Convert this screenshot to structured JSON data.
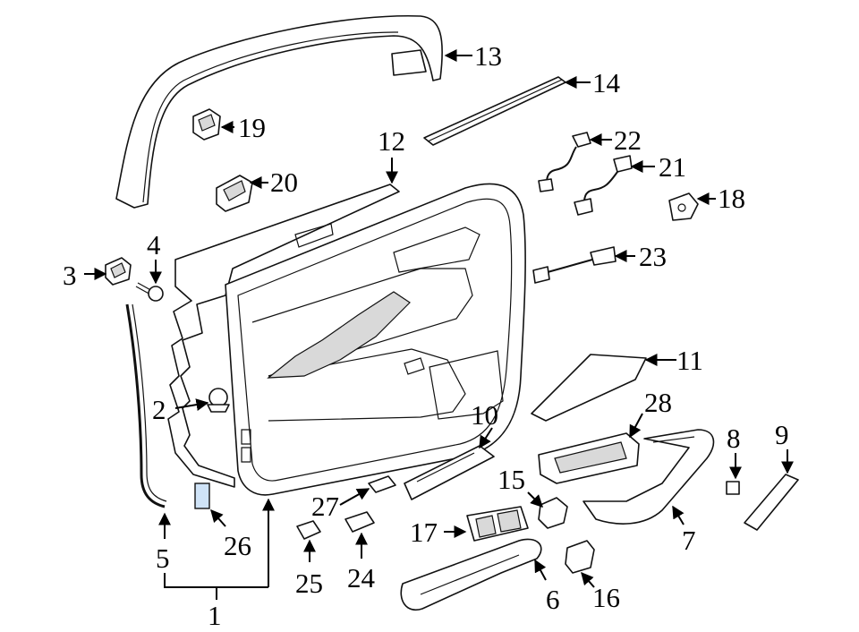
{
  "diagram": {
    "highlight_color": "#cfe3f7",
    "line_color": "#111111",
    "callouts": [
      {
        "id": "c1",
        "label": "1"
      },
      {
        "id": "c2",
        "label": "2"
      },
      {
        "id": "c3",
        "label": "3"
      },
      {
        "id": "c4",
        "label": "4"
      },
      {
        "id": "c5",
        "label": "5"
      },
      {
        "id": "c6",
        "label": "6"
      },
      {
        "id": "c7",
        "label": "7"
      },
      {
        "id": "c8",
        "label": "8"
      },
      {
        "id": "c9",
        "label": "9"
      },
      {
        "id": "c10",
        "label": "10"
      },
      {
        "id": "c11",
        "label": "11"
      },
      {
        "id": "c12",
        "label": "12"
      },
      {
        "id": "c13",
        "label": "13"
      },
      {
        "id": "c14",
        "label": "14"
      },
      {
        "id": "c15",
        "label": "15"
      },
      {
        "id": "c16",
        "label": "16"
      },
      {
        "id": "c17",
        "label": "17"
      },
      {
        "id": "c18",
        "label": "18"
      },
      {
        "id": "c19",
        "label": "19"
      },
      {
        "id": "c20",
        "label": "20"
      },
      {
        "id": "c21",
        "label": "21"
      },
      {
        "id": "c22",
        "label": "22"
      },
      {
        "id": "c23",
        "label": "23"
      },
      {
        "id": "c24",
        "label": "24"
      },
      {
        "id": "c25",
        "label": "25"
      },
      {
        "id": "c26",
        "label": "26"
      },
      {
        "id": "c27",
        "label": "27"
      },
      {
        "id": "c28",
        "label": "28"
      }
    ]
  }
}
